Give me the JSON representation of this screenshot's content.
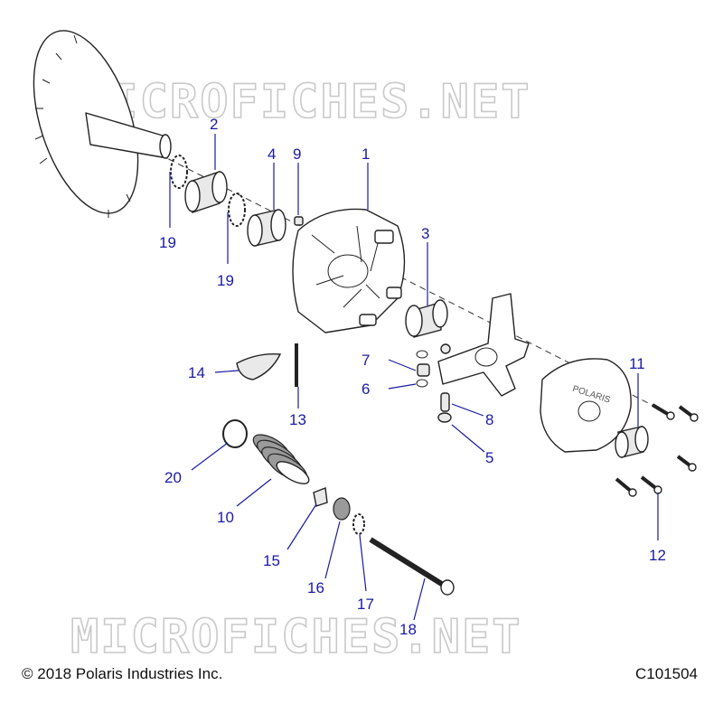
{
  "watermark_text": "MICROFICHES.NET",
  "copyright": "© 2018 Polaris Industries Inc.",
  "diagram_id": "C101504",
  "cover_label": "POLARIS",
  "callouts": [
    {
      "id": "c1",
      "label": "1"
    },
    {
      "id": "c2",
      "label": "2"
    },
    {
      "id": "c3",
      "label": "3"
    },
    {
      "id": "c4",
      "label": "4"
    },
    {
      "id": "c5",
      "label": "5"
    },
    {
      "id": "c6",
      "label": "6"
    },
    {
      "id": "c7",
      "label": "7"
    },
    {
      "id": "c8",
      "label": "8"
    },
    {
      "id": "c9",
      "label": "9"
    },
    {
      "id": "c10",
      "label": "10"
    },
    {
      "id": "c11",
      "label": "11"
    },
    {
      "id": "c12",
      "label": "12"
    },
    {
      "id": "c13",
      "label": "13"
    },
    {
      "id": "c14",
      "label": "14"
    },
    {
      "id": "c15",
      "label": "15"
    },
    {
      "id": "c16",
      "label": "16"
    },
    {
      "id": "c17",
      "label": "17"
    },
    {
      "id": "c18",
      "label": "18"
    },
    {
      "id": "c19a",
      "label": "19"
    },
    {
      "id": "c19b",
      "label": "19"
    },
    {
      "id": "c20",
      "label": "20"
    }
  ],
  "colors": {
    "callout": "#1a1aa6",
    "line": "#222222",
    "watermark": "#c9c9c9"
  }
}
